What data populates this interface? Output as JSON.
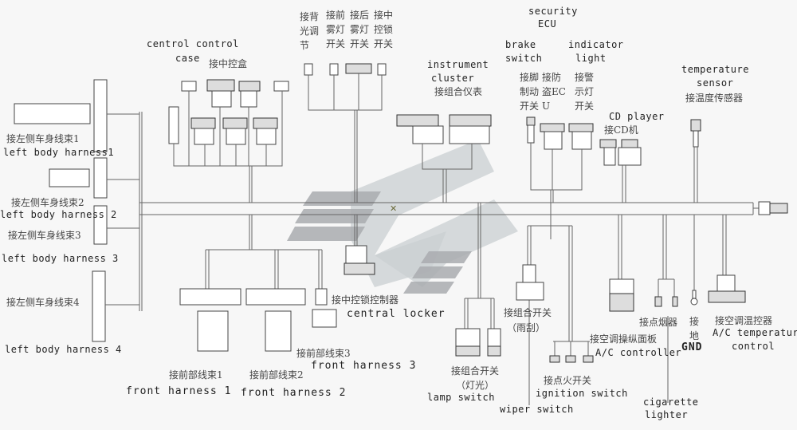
{
  "diagram": {
    "title": "Instrument panel wiring harness connection diagram",
    "watermark_colors": {
      "light": "#c9cfd1",
      "dark": "#a9abaf"
    },
    "line_color": "#666666",
    "left_body_harness": [
      {
        "zh": "接左侧车身线束1",
        "en": "left body harness1"
      },
      {
        "zh": "接左侧车身线束2",
        "en": "left body harness 2"
      },
      {
        "zh": "接左侧车身线束3",
        "en": "left body harness 3"
      },
      {
        "zh": "接左侧车身线束4",
        "en": "left body harness 4"
      }
    ],
    "central_control_case": {
      "en_line1": "centrol control",
      "en_line2": "case",
      "zh": "接中控盒"
    },
    "top_switches": [
      {
        "zh": "接背光调节"
      },
      {
        "zh": "接前雾灯开关"
      },
      {
        "zh": "接后雾灯开关"
      },
      {
        "zh": "接中控锁开关"
      }
    ],
    "instrument_cluster": {
      "en_line1": "instrument",
      "en_line2": "cluster",
      "zh": "接组合仪表"
    },
    "security_ecu": {
      "en_line1": "security",
      "en_line2": "ECU",
      "zh": "接防盗ECU"
    },
    "brake_switch": {
      "en_line1": "brake",
      "en_line2": "switch",
      "zh": "接脚制动开关"
    },
    "indicator_light": {
      "en_line1": "indicator",
      "en_line2": "light",
      "zh": "接警示灯开关"
    },
    "cd_player": {
      "en": "CD player",
      "zh": "接CD机"
    },
    "temperature_sensor": {
      "en_line1": "temperature",
      "en_line2": "sensor",
      "zh": "接温度传感器"
    },
    "front_harness": [
      {
        "zh": "接前部线束1",
        "en": "front harness 1"
      },
      {
        "zh": "接前部线束2",
        "en": "front harness 2"
      },
      {
        "zh": "接前部线束3",
        "en": "front harness 3"
      }
    ],
    "central_locker": {
      "zh": "接中控锁控制器",
      "en": "central locker"
    },
    "lamp_switch": {
      "zh_line1": "接组合开关",
      "zh_line2": "（灯光）",
      "en": "lamp switch"
    },
    "wiper_switch": {
      "zh_line1": "接组合开关",
      "zh_line2": "（雨刮）",
      "en": "wiper switch"
    },
    "ignition_switch": {
      "zh": "接点火开关",
      "en": "ignition switch"
    },
    "ac_controller": {
      "zh": "接空调操纵面板",
      "en": "A/C controller"
    },
    "cigarette_lighter": {
      "zh": "接点烟器",
      "en_line1": "cigarette",
      "en_line2": "lighter"
    },
    "ground": {
      "zh": "接地",
      "en": "GND"
    },
    "ac_temperature_control": {
      "zh": "接空调温控器",
      "en_line1": "A/C temperature",
      "en_line2": "control"
    }
  }
}
